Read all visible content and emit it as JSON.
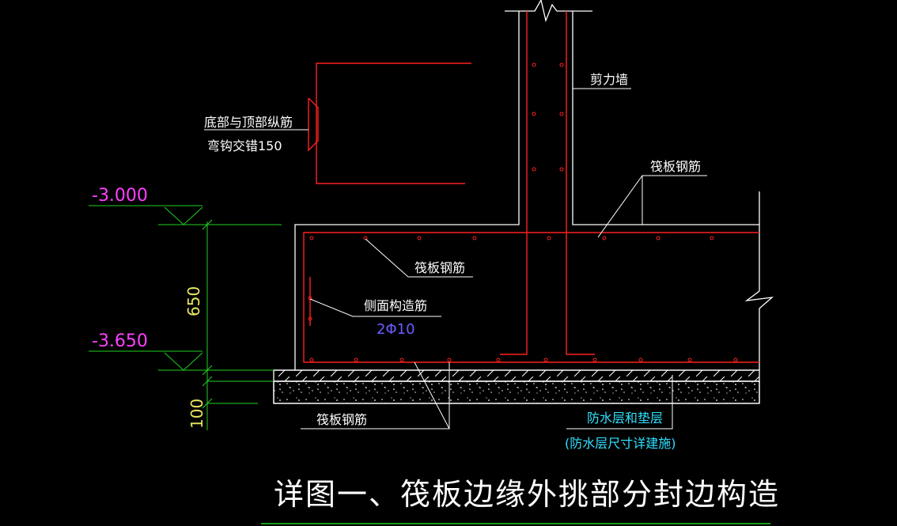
{
  "drawing": {
    "title": "详图一、筏板边缘外挑部分封边构造",
    "labels": {
      "shear_wall": "剪力墙",
      "raft_rebar": "筏板钢筋",
      "hook_line1": "底部与顶部纵筋",
      "hook_line2": "弯钩交错150",
      "side_rebar": "侧面构造筋",
      "side_rebar_spec": "2Φ10",
      "waterproof_line1": "防水层和垫层",
      "waterproof_line2": "(防水层尺寸详建施)"
    },
    "elevations": {
      "top": "-3.000",
      "bottom": "-3.650"
    },
    "dimensions": {
      "slab_thickness": "650",
      "cushion_thickness": "100"
    }
  },
  "colors": {
    "background": "#000000",
    "rebar": "#ff2020",
    "outline": "#ffffff",
    "elevation_text": "#ff40ff",
    "dimension_line": "#20d020",
    "dimension_text": "#e8e860",
    "annotation_blue": "#6a5cff",
    "waterproof_text": "#30e0ff",
    "title_underline": "#20d020"
  }
}
